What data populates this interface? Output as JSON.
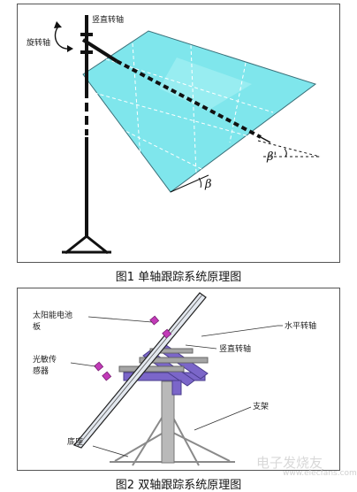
{
  "figure1": {
    "label_vertical_axis": "竖直转轴",
    "label_rotation_axis": "旋转轴",
    "label_beta_prime": "β'",
    "label_beta": "β",
    "caption": "图1 单轴跟踪系统原理图"
  },
  "figure2": {
    "label_solar_panel_line1": "太阳能电池",
    "label_solar_panel_line2": "板",
    "label_horizontal_axis": "水平转轴",
    "label_sensor_line1": "光敏传",
    "label_sensor_line2": "感器",
    "label_vertical_axis": "竖直转轴",
    "label_bracket": "支架",
    "label_base": "底座",
    "caption": "图2 双轴跟踪系统原理图"
  },
  "watermark": {
    "main": "电子发烧友",
    "sub": "www.elecfans.com"
  },
  "colors": {
    "panel_fill": "#7fe6ec",
    "panel_highlight": "#a8f2f5",
    "frame_purple": "#7b66c9",
    "sensor_magenta": "#c23bb8"
  }
}
